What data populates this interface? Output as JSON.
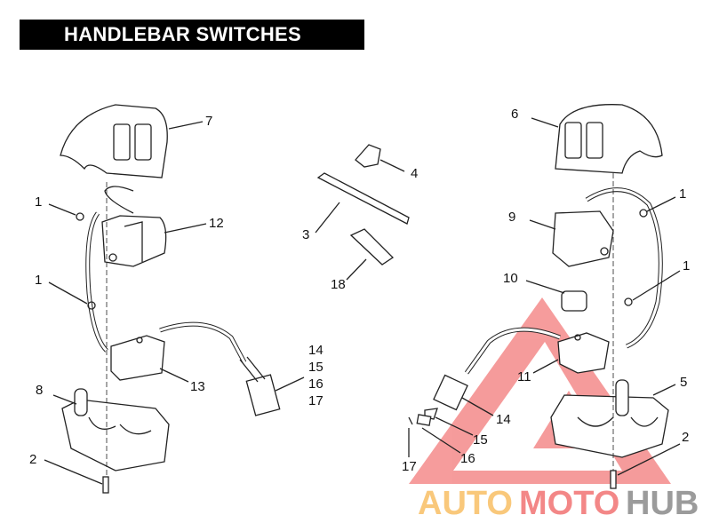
{
  "title": "HANDLEBAR SWITCHES",
  "callouts": {
    "left": [
      "7",
      "1",
      "12",
      "1",
      "13",
      "8",
      "2"
    ],
    "center": [
      "4",
      "3",
      "18",
      "14",
      "15",
      "16",
      "17"
    ],
    "right": [
      "6",
      "1",
      "9",
      "10",
      "1",
      "11",
      "5",
      "14",
      "15",
      "16",
      "17",
      "2"
    ]
  },
  "watermark": {
    "part1": "AUTO",
    "part2": "MOTO",
    "part3": "HUB",
    "colors": {
      "auto": "#f7b64f",
      "moto": "#f06060",
      "hub": "#8a8a8a",
      "triangle": "#f05a5a"
    }
  }
}
